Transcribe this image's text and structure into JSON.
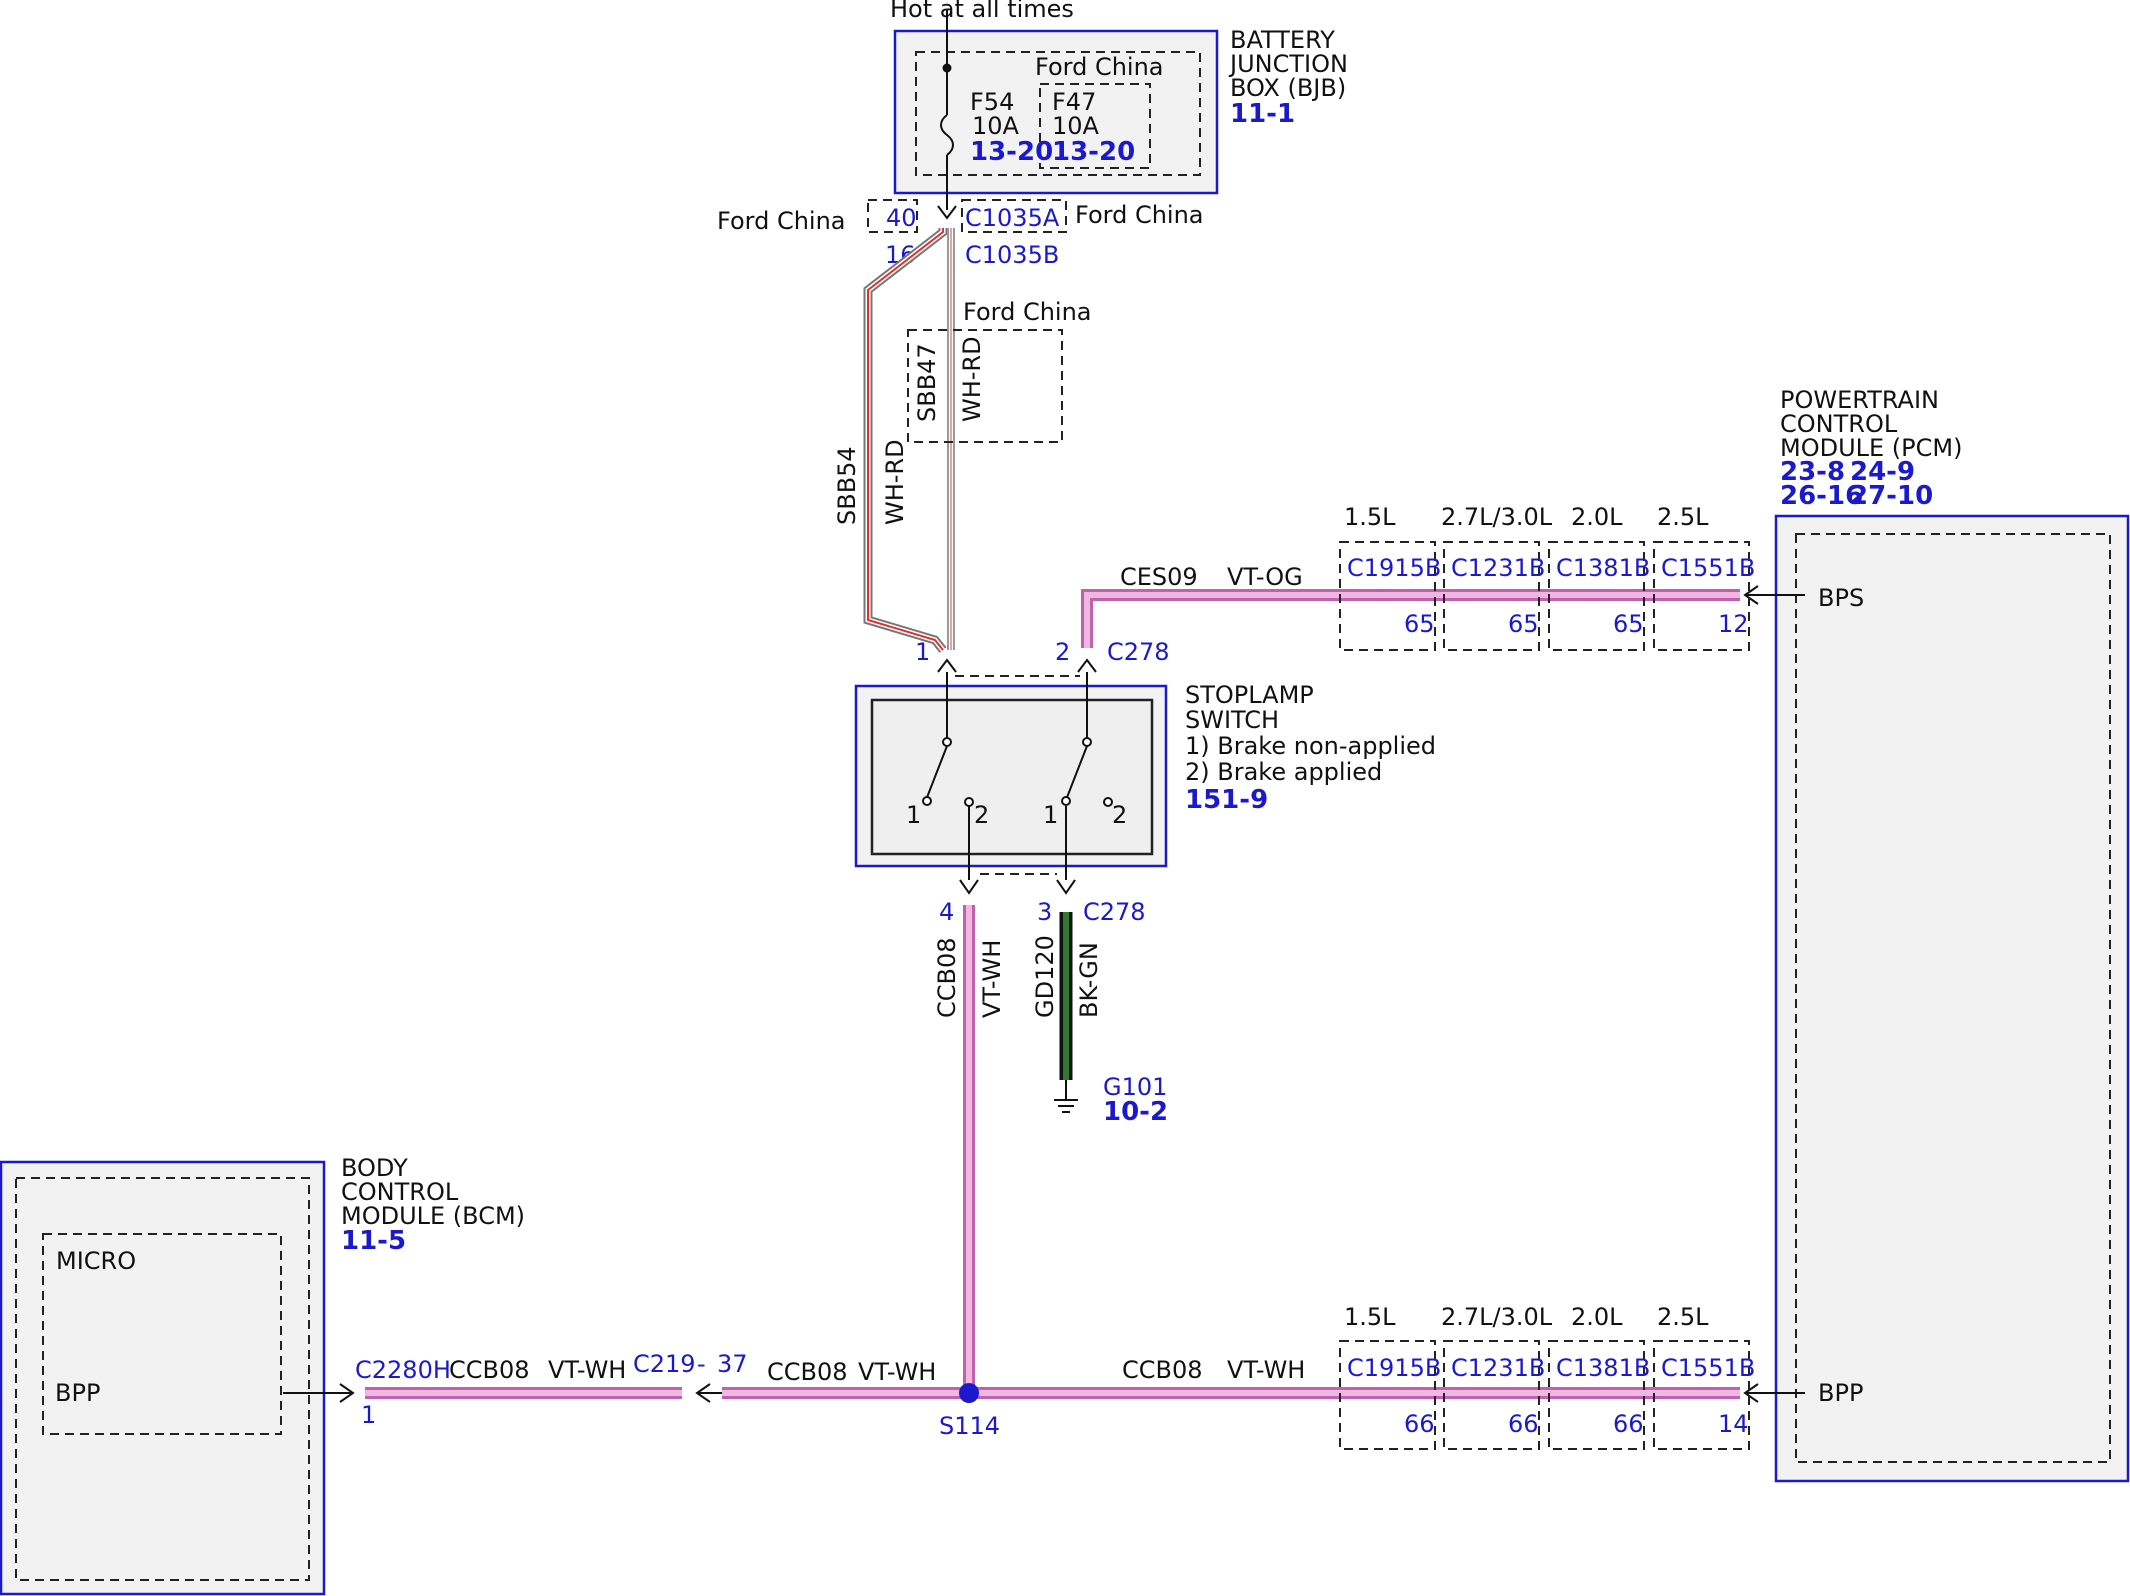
{
  "bjb": {
    "supply": "Hot at all times",
    "title": [
      "BATTERY",
      "JUNCTION",
      "BOX (BJB)"
    ],
    "ref": "11-1",
    "variant": "Ford China",
    "fuse1": {
      "name": "F54",
      "rating": "10A",
      "ref": "13-20"
    },
    "fuse2": {
      "name": "F47",
      "rating": "10A",
      "ref": "13-20"
    }
  },
  "connectors_top": {
    "left_label": "Ford China",
    "pin40": "40",
    "c1035a": "C1035A",
    "right_label": "Ford China",
    "pin16": "16",
    "c1035b": "C1035B",
    "sbb47_variant": "Ford China"
  },
  "wires": {
    "sbb54": {
      "circuit": "SBB54",
      "color": "WH-RD"
    },
    "sbb47": {
      "circuit": "SBB47",
      "color": "WH-RD"
    },
    "ces09": {
      "circuit": "CES09",
      "color": "VT-OG"
    },
    "ccb08_v": {
      "circuit": "CCB08",
      "color": "VT-WH"
    },
    "gd120": {
      "circuit": "GD120",
      "color": "BK-GN"
    },
    "ccb08_bl": {
      "circuit": "CCB08",
      "color": "VT-WH"
    },
    "ccb08_bm": {
      "circuit": "CCB08",
      "color": "VT-WH"
    },
    "ccb08_br": {
      "circuit": "CCB08",
      "color": "VT-WH"
    }
  },
  "switch": {
    "title": [
      "STOPLAMP",
      "SWITCH"
    ],
    "states": [
      "1) Brake non-applied",
      "2) Brake applied"
    ],
    "ref": "151-9",
    "pin1": "1",
    "pin2": "2",
    "conn_top": "C278",
    "pin4": "4",
    "pin3": "3",
    "conn_bottom": "C278",
    "pos1": "1",
    "pos2": "2"
  },
  "ground": {
    "name": "G101",
    "ref": "10-2"
  },
  "pcm": {
    "title": [
      "POWERTRAIN",
      "CONTROL",
      "MODULE (PCM)"
    ],
    "refs": [
      "23-8",
      "24-9",
      "26-16",
      "27-10"
    ],
    "bps": "BPS",
    "bpp": "BPP"
  },
  "engine_variants": {
    "labels": [
      "1.5L",
      "2.7L/3.0L",
      "2.0L",
      "2.5L"
    ],
    "connectors": [
      "C1915B",
      "C1231B",
      "C1381B",
      "C1551B"
    ],
    "bps_pins": [
      "65",
      "65",
      "65",
      "12"
    ],
    "bpp_pins": [
      "66",
      "66",
      "66",
      "14"
    ]
  },
  "bcm": {
    "title": [
      "BODY",
      "CONTROL",
      "MODULE (BCM)"
    ],
    "ref": "11-5",
    "micro": "MICRO",
    "bpp": "BPP",
    "conn": "C2280H",
    "pin": "1"
  },
  "inline": {
    "c219": "C219",
    "dash": "-",
    "c219_pin": "37",
    "splice": "S114"
  },
  "colors": {
    "wire_blue": "#1a1acc",
    "vt": "#c060b0",
    "ground": "#1f4f1f",
    "wh_rd": "#e03030"
  }
}
